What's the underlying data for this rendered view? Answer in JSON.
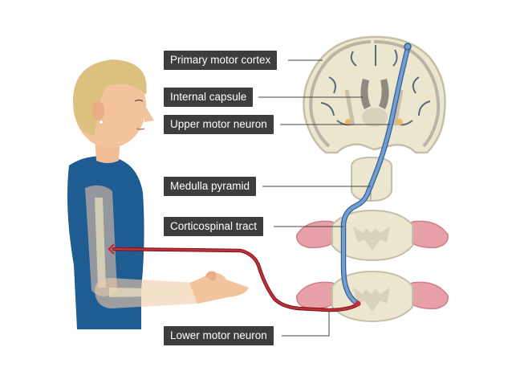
{
  "labels": {
    "primary_motor_cortex": "Primary motor cortex",
    "internal_capsule": "Internal capsule",
    "upper_motor_neuron": "Upper motor neuron",
    "medulla_pyramid": "Medulla pyramid",
    "corticospinal_tract": "Corticospinal tract",
    "lower_motor_neuron": "Lower motor neuron"
  },
  "colors": {
    "label_bg": "#3d3d3d",
    "upper_neuron": "#5d8cc4",
    "lower_neuron": "#b8222c",
    "shirt": "#1f5c91",
    "skin": "#f3c39c",
    "hair": "#dcc07f",
    "brain_tissue": "#ece6cf",
    "spinal_nerve": "#e8a0a8"
  }
}
